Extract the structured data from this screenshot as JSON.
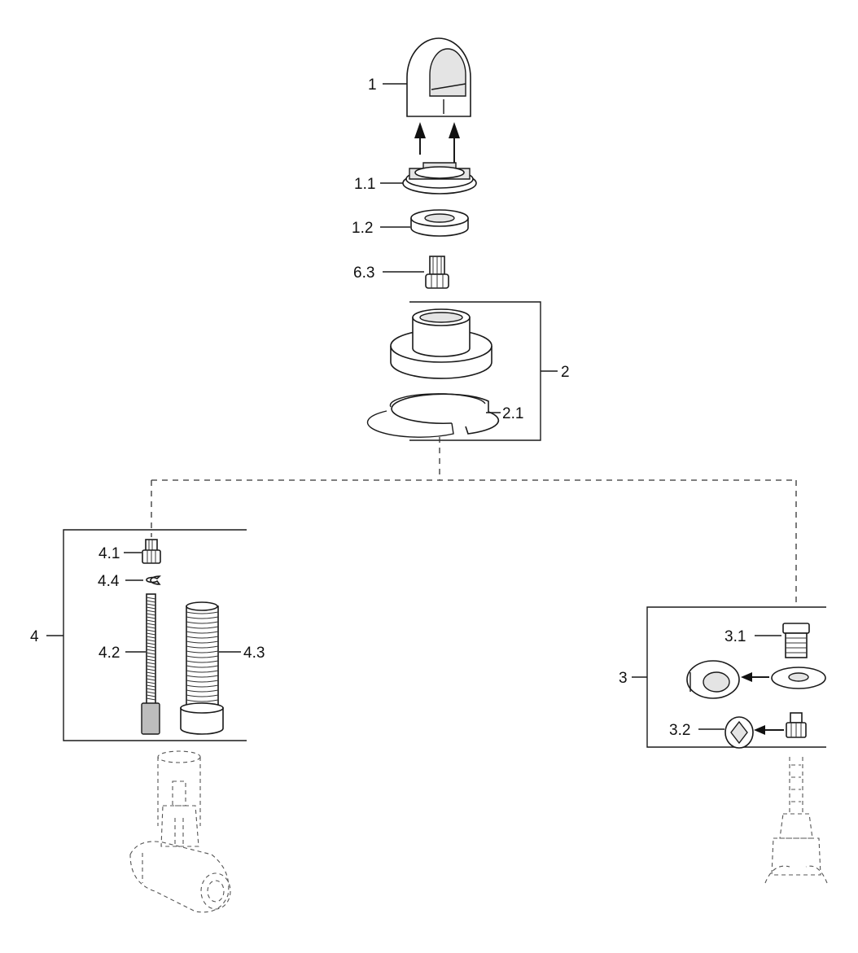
{
  "labels": {
    "p1": "1",
    "p1_1": "1.1",
    "p1_2": "1.2",
    "p6_3": "6.3",
    "p2": "2",
    "p2_1": "2.1",
    "p4": "4",
    "p4_1": "4.1",
    "p4_4": "4.4",
    "p4_2": "4.2",
    "p4_3": "4.3",
    "p3": "3",
    "p3_1": "3.1",
    "p3_2": "3.2"
  },
  "colors": {
    "line": "#1a1a1a",
    "background": "#ffffff",
    "shading": "#e4e4e4"
  }
}
